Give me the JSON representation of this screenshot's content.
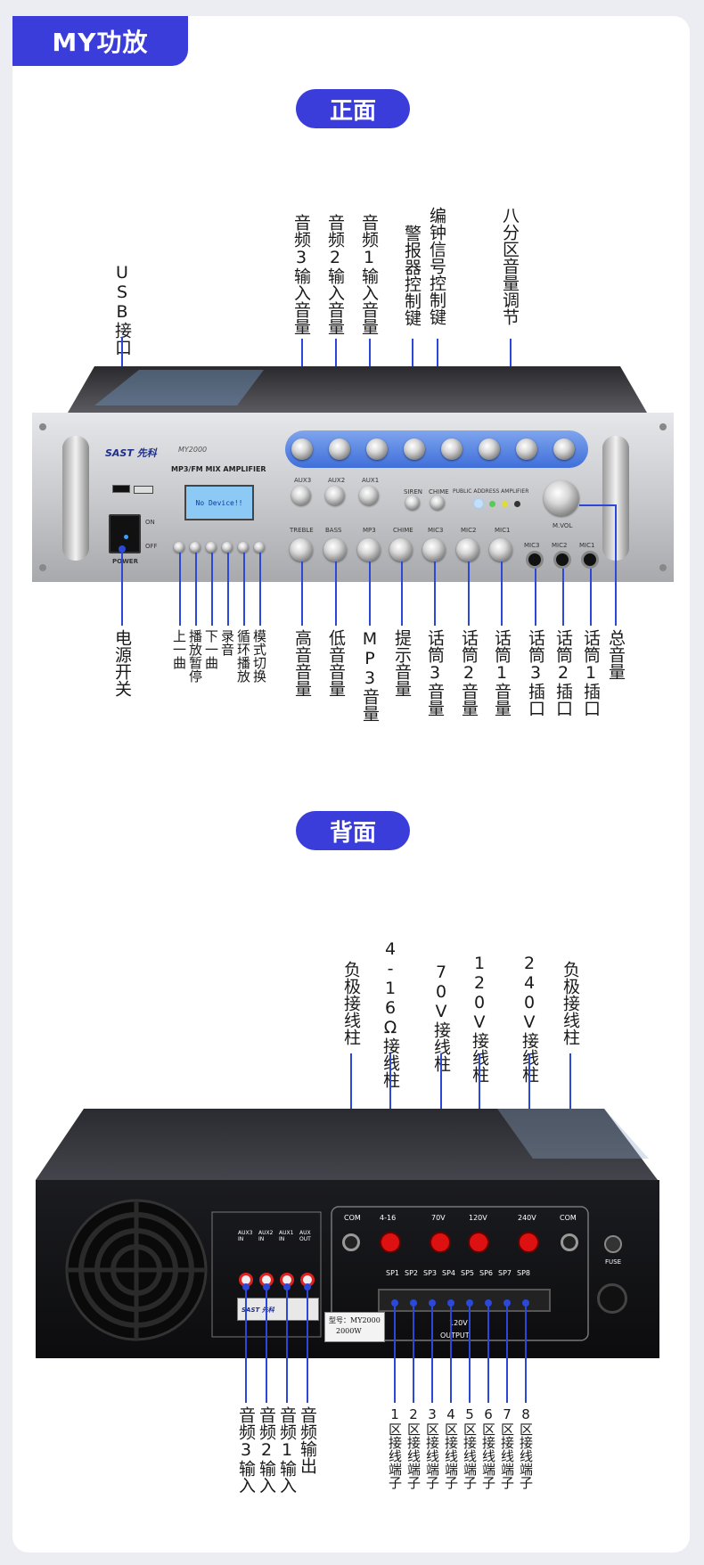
{
  "brand": {
    "title": "MY功放"
  },
  "front": {
    "section_label": "正面",
    "top_labels": [
      {
        "text": "USB接口"
      },
      {
        "text": "音频3输入音量"
      },
      {
        "text": "音频2输入音量"
      },
      {
        "text": "音频1输入音量"
      },
      {
        "text": "警报器控制键"
      },
      {
        "text": "编钟信号控制键"
      },
      {
        "text": "八分区音量调节"
      }
    ],
    "bottom_labels": [
      {
        "text": "电源开关"
      },
      {
        "text": "上一曲"
      },
      {
        "text": "播放暂停"
      },
      {
        "text": "下一曲"
      },
      {
        "text": "录音"
      },
      {
        "text": "循环播放"
      },
      {
        "text": "模式切换"
      },
      {
        "text": "高音音量"
      },
      {
        "text": "低音音量"
      },
      {
        "text": "MP3音量"
      },
      {
        "text": "提示音量"
      },
      {
        "text": "话筒3音量"
      },
      {
        "text": "话筒2音量"
      },
      {
        "text": "话筒1音量"
      },
      {
        "text": "话筒3插口"
      },
      {
        "text": "话筒2插口"
      },
      {
        "text": "话筒1插口"
      },
      {
        "text": "总音量"
      }
    ],
    "device": {
      "logo": "SAST 先科",
      "model": "MY2000",
      "subtitle": "MP3/FM MIX AMPLIFIER",
      "display_text": "No Device!!",
      "pa_text": "PUBLIC ADDRESS AMPLIFIER",
      "power_label": "POWER",
      "on_label": "ON",
      "off_label": "OFF",
      "mvol_label": "M.VOL",
      "aux_labels": [
        "AUX3",
        "AUX2",
        "AUX1"
      ],
      "key_labels": [
        "SIREN",
        "CHIME"
      ],
      "bottom_knob_labels": [
        "TREBLE",
        "BASS",
        "MP3",
        "CHIME",
        "MIC3",
        "MIC2",
        "MIC1"
      ],
      "mic_jack_labels": [
        "MIC3",
        "MIC2",
        "MIC1"
      ]
    }
  },
  "back": {
    "section_label": "背面",
    "top_labels": [
      {
        "text": "负极接线柱"
      },
      {
        "text": "4-16Ω接线柱"
      },
      {
        "text": "70V接线柱"
      },
      {
        "text": "120V接线柱"
      },
      {
        "text": "240V接线柱"
      },
      {
        "text": "负极接线柱"
      }
    ],
    "bottom_left_labels": [
      {
        "text": "音频3输入"
      },
      {
        "text": "音频2输入"
      },
      {
        "text": "音频1输入"
      },
      {
        "text": "音频输出"
      }
    ],
    "bottom_right_labels": [
      {
        "text": "1区接线端子"
      },
      {
        "text": "2区接线端子"
      },
      {
        "text": "3区接线端子"
      },
      {
        "text": "4区接线端子"
      },
      {
        "text": "5区接线端子"
      },
      {
        "text": "6区接线端子"
      },
      {
        "text": "7区接线端子"
      },
      {
        "text": "8区接线端子"
      }
    ],
    "device": {
      "terminal_labels": [
        "COM",
        "4-16",
        "70V",
        "120V",
        "240V",
        "COM"
      ],
      "sp_labels": [
        "SP1",
        "SP2",
        "SP3",
        "SP4",
        "SP5",
        "SP6",
        "SP7",
        "SP8"
      ],
      "aux_labels": [
        "AUX3 IN",
        "AUX2 IN",
        "AUX1 IN",
        "AUX OUT"
      ],
      "fuse_label": "FUSE",
      "output_label": "OUTPUT",
      "volt_label": "120V",
      "model_plate": "型号：MY2000",
      "power_plate": "2000W",
      "rear_logo": "SAST 先科"
    }
  }
}
